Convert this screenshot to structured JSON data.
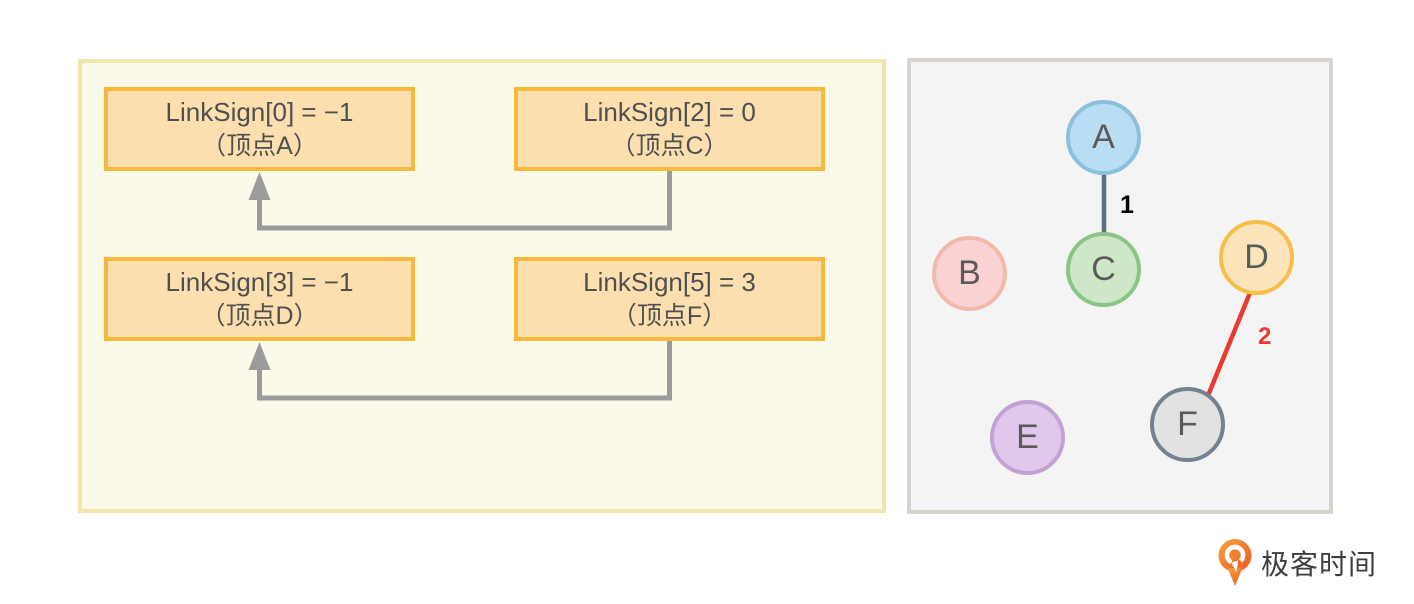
{
  "left_panel": {
    "boxes": [
      {
        "title": "LinkSign[0] = −1",
        "subtitle": "（顶点A）"
      },
      {
        "title": "LinkSign[2] = 0",
        "subtitle": "（顶点C）"
      },
      {
        "title": "LinkSign[3] = −1",
        "subtitle": "（顶点D）"
      },
      {
        "title": "LinkSign[5] = 3",
        "subtitle": "（顶点F）"
      }
    ],
    "arrows": [
      {
        "from": "LinkSign[2]",
        "to": "LinkSign[0]"
      },
      {
        "from": "LinkSign[5]",
        "to": "LinkSign[3]"
      }
    ],
    "colors": {
      "panel_bg": "#FBF9EA",
      "panel_border": "#F1E6AF",
      "box_bg": "#FBDFAE",
      "box_border": "#F6B83D",
      "arrow": "#9B9B9B",
      "text": "#4F4F4F"
    }
  },
  "graph_panel": {
    "colors": {
      "panel_bg": "#F4F4F4",
      "panel_border": "#D8D2CD"
    },
    "nodes": [
      {
        "label": "A",
        "fill": "#B9DDF3",
        "border": "#8BC0DC"
      },
      {
        "label": "B",
        "fill": "#FAD2D3",
        "border": "#F0B9AC"
      },
      {
        "label": "C",
        "fill": "#CDE7C8",
        "border": "#8CC487"
      },
      {
        "label": "D",
        "fill": "#FBE3BB",
        "border": "#F6BE4A"
      },
      {
        "label": "E",
        "fill": "#E1C7EC",
        "border": "#C2A2D3"
      },
      {
        "label": "F",
        "fill": "#E2E2E2",
        "border": "#74818E"
      }
    ],
    "edges": [
      {
        "from": "A",
        "to": "C",
        "weight": "1",
        "color": "#5F6E7D",
        "label_color": "#000000"
      },
      {
        "from": "D",
        "to": "F",
        "weight": "2",
        "color": "#E83A2E",
        "label_color": "#E83A2E"
      }
    ]
  },
  "footer": {
    "brand": "极客时间",
    "logo_color": "#F26C21"
  }
}
